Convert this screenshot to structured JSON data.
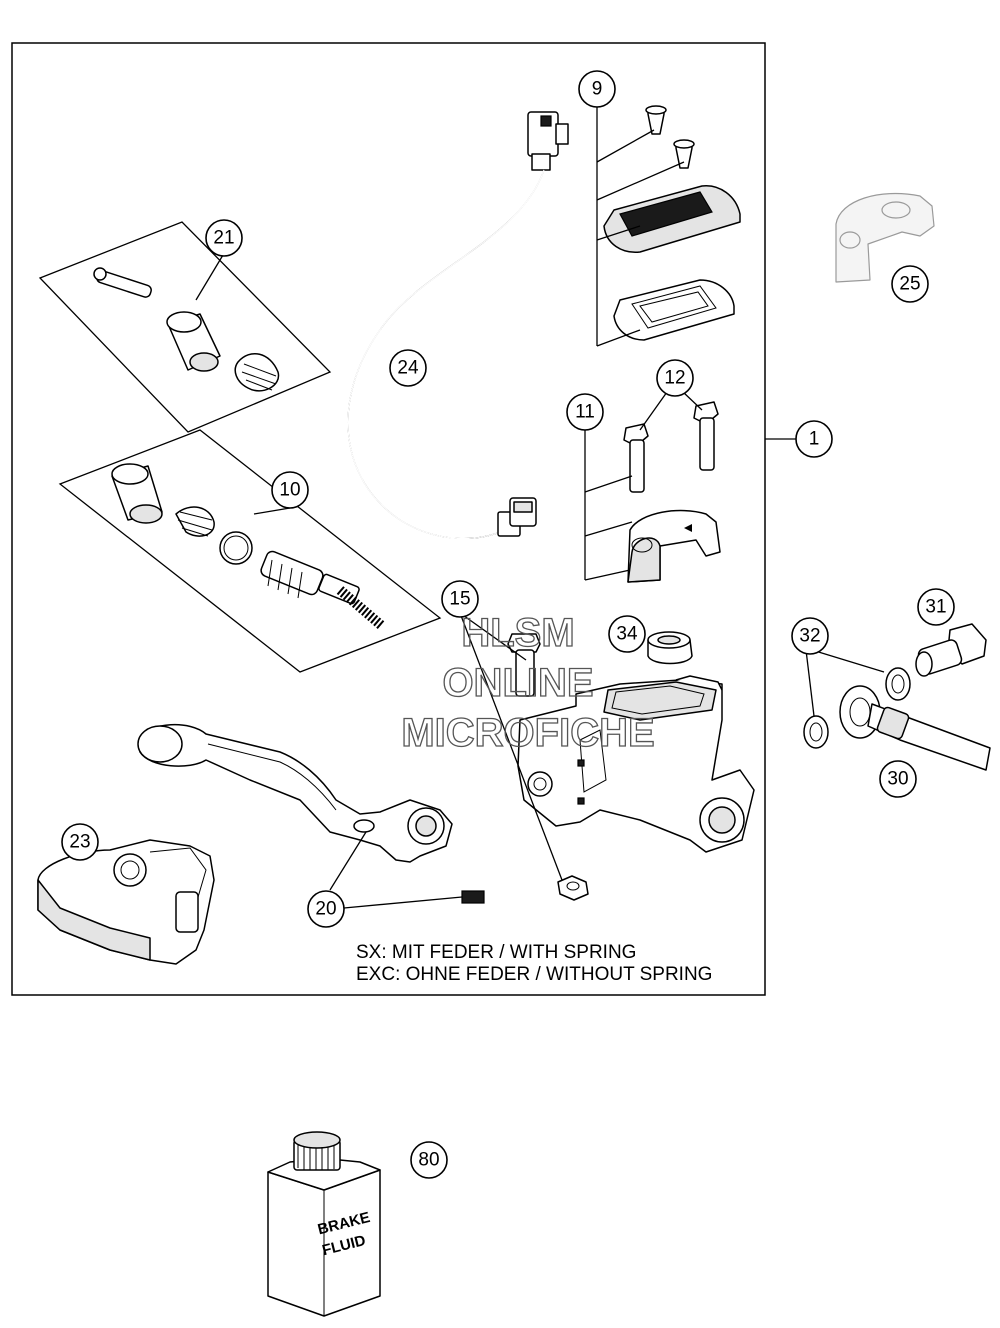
{
  "callouts": [
    {
      "id": "1",
      "label": "1"
    },
    {
      "id": "9",
      "label": "9"
    },
    {
      "id": "10",
      "label": "10"
    },
    {
      "id": "11",
      "label": "11"
    },
    {
      "id": "12",
      "label": "12"
    },
    {
      "id": "15",
      "label": "15"
    },
    {
      "id": "20",
      "label": "20"
    },
    {
      "id": "21",
      "label": "21"
    },
    {
      "id": "23",
      "label": "23"
    },
    {
      "id": "24",
      "label": "24"
    },
    {
      "id": "25",
      "label": "25"
    },
    {
      "id": "30",
      "label": "30"
    },
    {
      "id": "31",
      "label": "31"
    },
    {
      "id": "32",
      "label": "32"
    },
    {
      "id": "34",
      "label": "34"
    },
    {
      "id": "80",
      "label": "80"
    }
  ],
  "note": {
    "line1": "SX: MIT FEDER / WITH SPRING",
    "line2": "EXC: OHNE FEDER / WITHOUT SPRING"
  },
  "watermark": {
    "line1": "HLSM",
    "line2": "ONLINE",
    "line3": "MICROFICHE"
  },
  "bottle_label": {
    "line1": "BRAKE",
    "line2": "FLUID"
  }
}
